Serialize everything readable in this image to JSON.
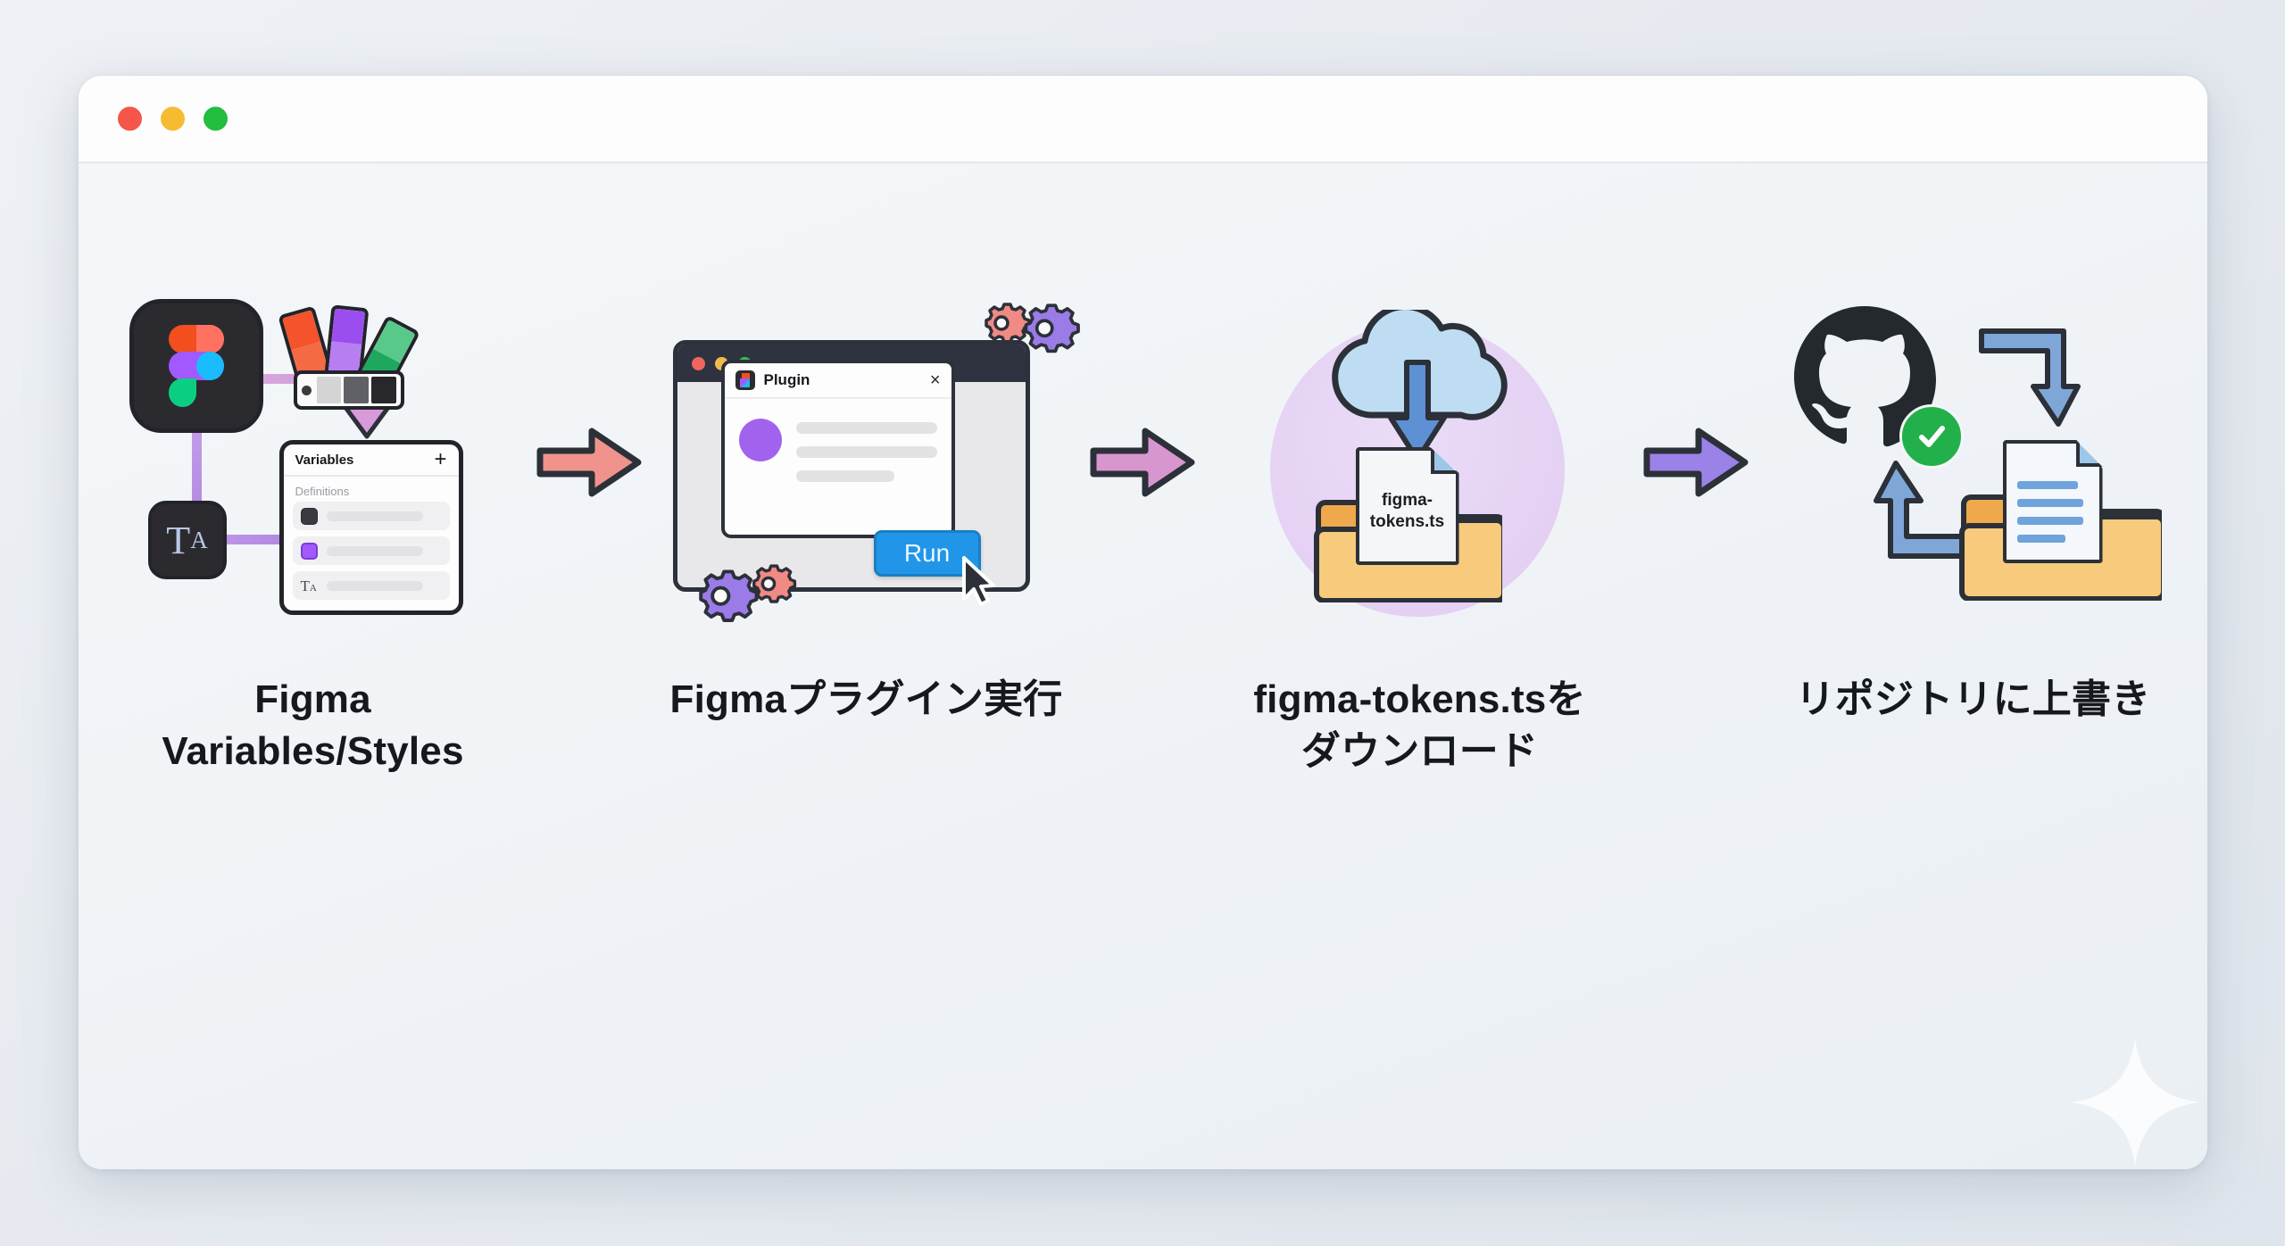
{
  "window": {
    "traffic_lights": [
      {
        "name": "close",
        "color": "#f4564a"
      },
      {
        "name": "minimize",
        "color": "#f6bb31"
      },
      {
        "name": "maximize",
        "color": "#23bd3f"
      }
    ]
  },
  "diagram": {
    "steps": [
      {
        "id": "figma-variables-styles",
        "caption": "Figma\nVariables/Styles",
        "panel": {
          "title": "Variables",
          "add_label": "+",
          "section_label": "Definitions",
          "rows": [
            {
              "swatch": "dark-color-chip",
              "value": ""
            },
            {
              "swatch": "purple-color-chip",
              "value": ""
            },
            {
              "swatch": "typography-chip",
              "glyph": "T",
              "glyph_small": "A",
              "value": ""
            }
          ]
        },
        "typography_tile": {
          "glyph": "T",
          "glyph_small": "A"
        }
      },
      {
        "id": "run-figma-plugin",
        "caption": "Figmaプラグイン実行",
        "plugin_dialog": {
          "title": "Plugin",
          "close_label": "×"
        },
        "run_button_label": "Run"
      },
      {
        "id": "download-figma-tokens",
        "caption": "figma-tokens.tsを\nダウンロード",
        "file_name": "figma-\ntokens.ts"
      },
      {
        "id": "overwrite-repository",
        "caption": "リポジトリに上書き"
      }
    ],
    "arrows": [
      {
        "id": "arrow-1",
        "color": "#f0938c"
      },
      {
        "id": "arrow-2",
        "color": "#d896cf"
      },
      {
        "id": "arrow-3",
        "color": "#9b82e8"
      }
    ],
    "colors": {
      "arrow_1": "#f0938c",
      "arrow_2": "#d896cf",
      "arrow_3": "#9b82e8",
      "run_button": "#2196e8",
      "success_check": "#22b04a",
      "folder": "#f5c06a",
      "cloud": "#bfddf2",
      "circle_backdrop": "#e5d2f4",
      "outline": "#2c3038"
    }
  }
}
